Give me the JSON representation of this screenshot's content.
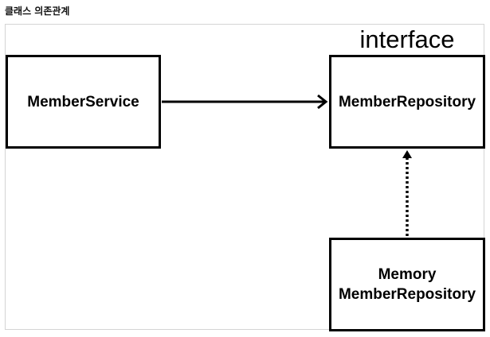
{
  "title": "클래스 의존관계",
  "nodes": {
    "member_service": {
      "label": "MemberService"
    },
    "member_repository": {
      "stereotype": "interface",
      "label": "MemberRepository"
    },
    "memory_member_repository": {
      "line1": "Memory",
      "line2": "MemberRepository"
    }
  },
  "edges": [
    {
      "from": "MemberService",
      "to": "MemberRepository",
      "style": "solid-arrow"
    },
    {
      "from": "Memory MemberRepository",
      "to": "MemberRepository",
      "style": "dotted-arrow"
    }
  ],
  "colors": {
    "stroke": "#000000",
    "frame": "#d4d4d4",
    "background": "#ffffff"
  }
}
